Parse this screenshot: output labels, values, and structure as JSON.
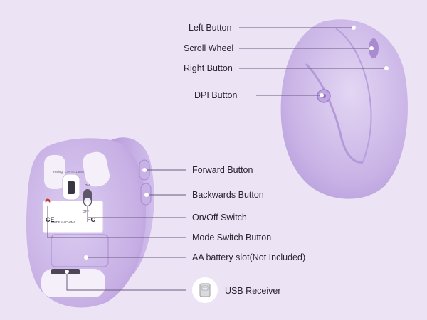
{
  "labels": {
    "left_button": "Left Button",
    "scroll_wheel": "Scroll Wheel",
    "right_button": "Right Button",
    "dpi_button": "DPI Button",
    "forward_button": "Forward Button",
    "backwards_button": "Backwards Button",
    "on_off_switch": "On/Off Switch",
    "mode_switch_button": "Mode Switch Button",
    "aa_battery_slot": "AA battery slot(Not Included)",
    "usb_receiver": "USB Receiver"
  },
  "underside_sticker": {
    "rating": "Rating: 1.5V== 15mA",
    "on_label": "ON",
    "off_label": "OFF",
    "made_in": "MADE IN CHINA",
    "ce_mark": "CE",
    "fc_mark": "FC"
  },
  "colors": {
    "background": "#ece4f5",
    "mouse_body": "#cdb8e8",
    "callout_line": "#6b5a82"
  }
}
